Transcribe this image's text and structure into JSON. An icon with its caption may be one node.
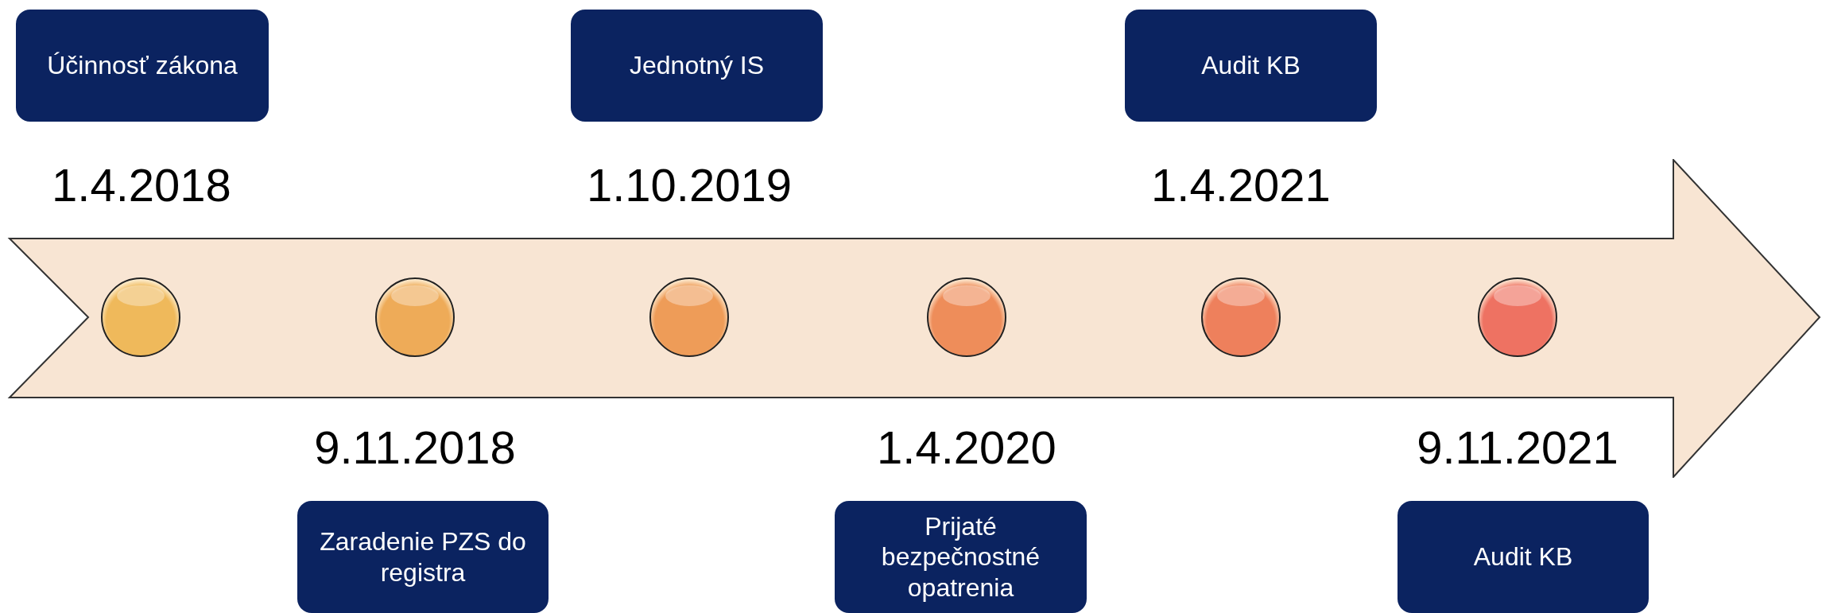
{
  "diagram": {
    "nodes": [
      {
        "text": [
          "Účinnosť zákona"
        ],
        "beside": [
          "1.4.2018"
        ]
      },
      {
        "text": [
          "Zaradenie PZS do registra"
        ],
        "beside": [
          "9.11.2018"
        ]
      },
      {
        "text": [
          "Jednotný IS"
        ],
        "beside": [
          "1.10.2019"
        ]
      },
      {
        "text": [
          "Prijaté bezpečnostné opatrenia"
        ],
        "beside": [
          "1.4.2020"
        ]
      },
      {
        "text": [
          "Audit KB"
        ],
        "beside": [
          "1.4.2021"
        ]
      },
      {
        "text": [
          "Audit KB"
        ],
        "beside": [
          "9.11.2021"
        ]
      },
      {
        "text": [],
        "shape": "arrow"
      },
      {
        "text": [],
        "shape": "circle",
        "in": 6
      },
      {
        "text": [],
        "shape": "circle",
        "in": 6
      },
      {
        "text": [],
        "shape": "circle",
        "in": 6
      },
      {
        "text": [],
        "shape": "circle",
        "in": 6
      },
      {
        "text": [],
        "shape": "circle",
        "in": 6
      },
      {
        "text": [],
        "shape": "circle",
        "in": 6
      }
    ],
    "edges": []
  }
}
